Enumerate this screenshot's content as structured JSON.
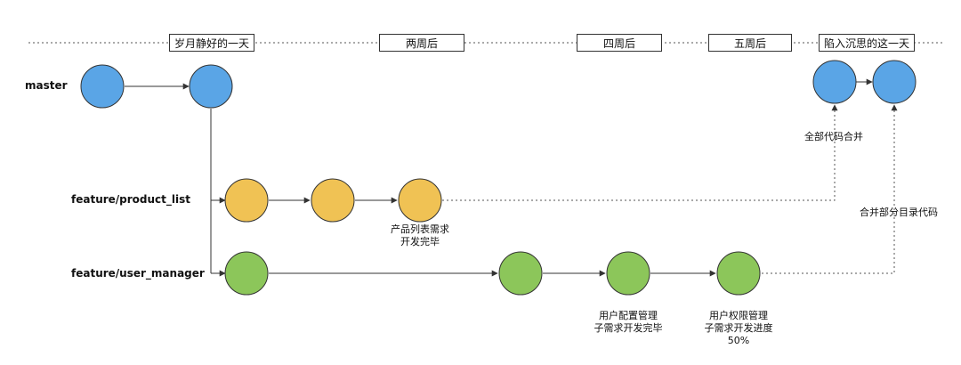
{
  "timeline": {
    "markers": [
      "岁月静好的一天",
      "两周后",
      "四周后",
      "五周后",
      "陷入沉思的这一天"
    ]
  },
  "branches": {
    "master": "master",
    "product_list": "feature/product_list",
    "user_manager": "feature/user_manager"
  },
  "notes": {
    "product_done": [
      "产品列表需求",
      "开发完毕"
    ],
    "config_done": [
      "用户配置管理",
      "子需求开发完毕"
    ],
    "perm_progress": [
      "用户权限管理",
      "子需求开发进度",
      "50%"
    ],
    "merge_all": "全部代码合并",
    "merge_partial": "合并部分目录代码"
  },
  "colors": {
    "master": "#5aa5e6",
    "product_list": "#f0c254",
    "user_manager": "#8cc65a",
    "stroke": "#333333"
  }
}
